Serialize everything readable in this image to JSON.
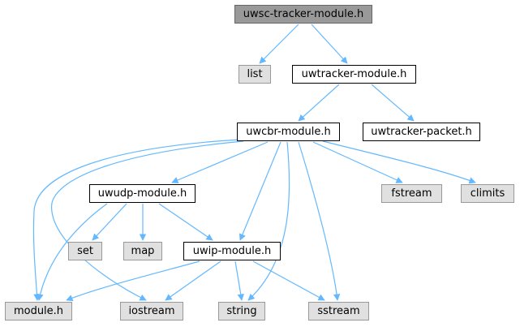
{
  "nodes": {
    "root": "uwsc-tracker-module.h",
    "list": "list",
    "uwtracker_module": "uwtracker-module.h",
    "uwcbr_module": "uwcbr-module.h",
    "uwtracker_packet": "uwtracker-packet.h",
    "uwudp_module": "uwudp-module.h",
    "fstream": "fstream",
    "climits": "climits",
    "set": "set",
    "map": "map",
    "uwip_module": "uwip-module.h",
    "module": "module.h",
    "iostream": "iostream",
    "string": "string",
    "sstream": "sstream"
  },
  "colors": {
    "edge": "#63b8ff",
    "root_fill": "#999999",
    "system_fill": "#e0e0e0",
    "local_fill": "#ffffff"
  }
}
